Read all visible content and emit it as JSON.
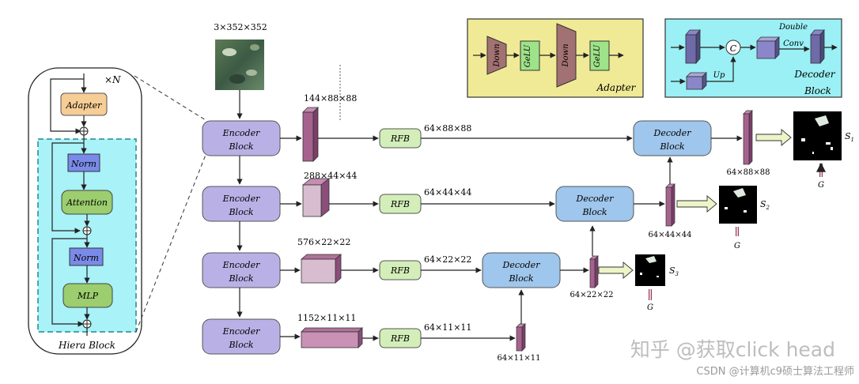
{
  "hiera": {
    "times_n": "×N",
    "adapter": "Adapter",
    "norm1": "Norm",
    "attention": "Attention",
    "norm2": "Norm",
    "mlp": "MLP",
    "caption": "Hiera Block"
  },
  "input": {
    "dims": "3×352×352"
  },
  "encoder": {
    "line1": "Encoder",
    "line2": "Block"
  },
  "features": {
    "f1": "144×88×88",
    "f2": "288×44×44",
    "f3": "576×22×22",
    "f4": "1152×11×11"
  },
  "rfb": {
    "label": "RFB",
    "out1": "64×88×88",
    "out2": "64×44×44",
    "out3": "64×22×22",
    "out4": "64×11×11"
  },
  "decoder": {
    "line1": "Decoder",
    "line2": "Block"
  },
  "decoder_outputs": {
    "d1": "64×88×88",
    "d2": "64×44×44",
    "d3": "64×22×22",
    "d4": "64×11×11"
  },
  "predictions": {
    "s1": "S",
    "s1_sub": "1",
    "s2": "S",
    "s2_sub": "2",
    "s3": "S",
    "s3_sub": "3",
    "g": "G"
  },
  "adapter_panel": {
    "down1": "Down",
    "gelu1": "GeLU",
    "down2": "Down",
    "gelu2": "GeLU",
    "title": "Adapter"
  },
  "decoder_panel": {
    "concat": "C",
    "double_conv_1": "Double",
    "double_conv_2": "Conv",
    "up": "Up",
    "title_1": "Decoder",
    "title_2": "Block"
  },
  "watermark": {
    "line1": "知乎 @获取click head",
    "line2": "CSDN @计算机c9硕士算法工程师"
  },
  "colors": {
    "encoder_fill": "#b9b1e6",
    "decoder_fill": "#9fc6ec",
    "rfb_fill": "#d3eeb8",
    "feature_fill": "#a6628e",
    "adapter_panel_bg": "#f0ea96",
    "decoder_panel_bg": "#9af0f5",
    "hiera_bg": "#a8f2f8"
  }
}
